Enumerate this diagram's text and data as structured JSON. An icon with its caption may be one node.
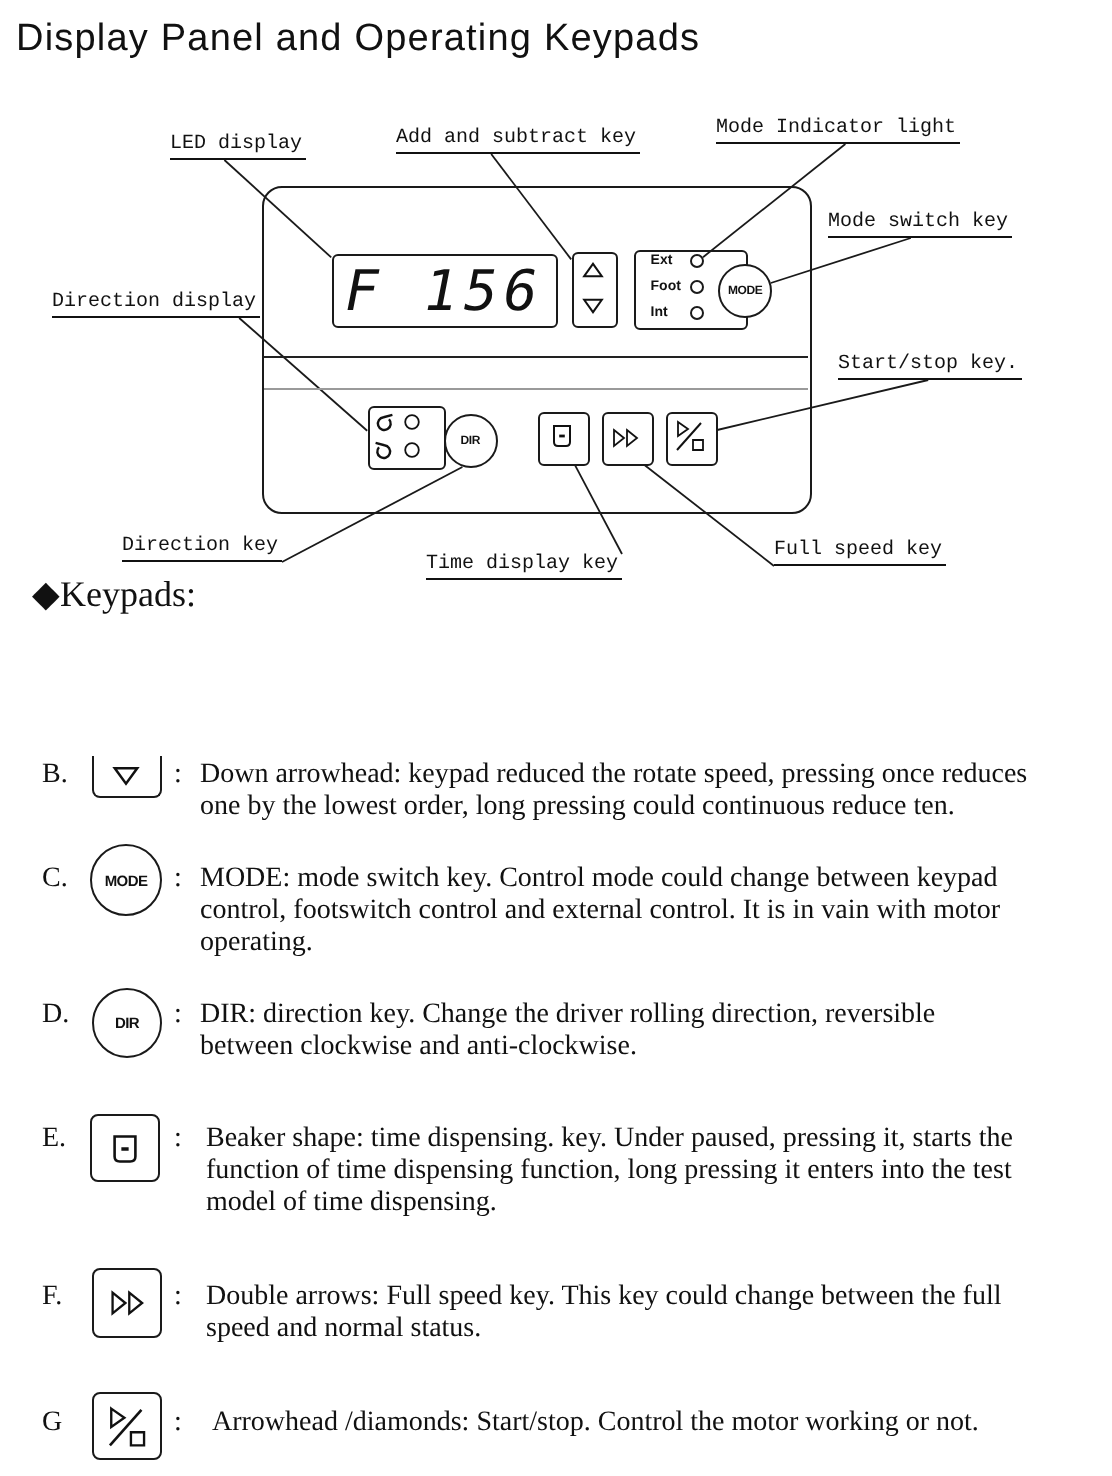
{
  "diagram": {
    "title": "Display Panel and Operating Keypads",
    "nodes": [
      {
        "text": [
          "LED display"
        ]
      },
      {
        "text": [
          "Add and subtract key"
        ]
      },
      {
        "text": [
          "Mode Indicator light"
        ]
      },
      {
        "text": [
          "Mode switch key"
        ]
      },
      {
        "text": [
          "Direction display"
        ]
      },
      {
        "text": [],
        "shape": "box"
      },
      {
        "text": [
          "F 156"
        ],
        "in": 5
      },
      {
        "text": [],
        "shape": "box",
        "in": 5
      },
      {
        "text": [],
        "shape": "box",
        "in": 5
      },
      {
        "text": [],
        "shape": "circle",
        "in": 8,
        "beside": [
          "Ext"
        ]
      },
      {
        "text": [],
        "shape": "circle",
        "in": 8,
        "beside": [
          "Foot"
        ]
      },
      {
        "text": [],
        "shape": "circle",
        "in": 8,
        "beside": [
          "Int"
        ]
      },
      {
        "text": [
          "MODE"
        ],
        "in": 5
      },
      {
        "text": [],
        "shape": "box",
        "in": 5
      },
      {
        "text": [
          "DIR"
        ],
        "in": 5
      },
      {
        "text": [],
        "shape": "box",
        "in": 5
      },
      {
        "text": [],
        "shape": "box",
        "in": 5
      },
      {
        "text": [],
        "shape": "box",
        "in": 5
      },
      {
        "text": [
          "Start/stop key."
        ]
      },
      {
        "text": [
          "Direction key"
        ]
      },
      {
        "text": [
          "Time display key"
        ]
      },
      {
        "text": [
          "Full speed key"
        ]
      },
      {
        "text": [],
        "shape": "box",
        "beside": [
          "B.",
          ":",
          "Down arrowhead: keypad reduced the rotate speed, pressing once reduces one by the lowest order, long pressing could continuous reduce ten."
        ]
      },
      {
        "text": [
          "MODE"
        ],
        "beside": [
          "C.",
          ":",
          "MODE: mode switch key. Control mode could change between keypad control, footswitch control and external control. It is in vain with motor operating."
        ]
      },
      {
        "text": [
          "DIR"
        ],
        "beside": [
          "D.",
          ":",
          "DIR: direction key. Change the driver rolling direction, reversible between clockwise and anti-clockwise."
        ]
      },
      {
        "text": [],
        "shape": "box",
        "beside": [
          "E.",
          ":",
          "Beaker shape: time dispensing. key. Under paused, pressing it, starts the function of time dispensing function, long pressing it enters into the test model of time dispensing."
        ]
      },
      {
        "text": [],
        "shape": "box",
        "beside": [
          "F.",
          ":",
          "Double arrows: Full speed key. This key could change between the full speed and normal status."
        ]
      },
      {
        "text": [],
        "shape": "box",
        "beside": [
          "G",
          ":",
          "Arrowhead /diamonds: Start/stop. Control the motor working or not."
        ]
      }
    ],
    "edges": [
      {
        "from": 0,
        "to": 6,
        "arrow": "none"
      },
      {
        "from": 1,
        "to": 7,
        "arrow": "none"
      },
      {
        "from": 2,
        "to": 9,
        "arrow": "none"
      },
      {
        "from": 3,
        "to": 12,
        "arrow": "none"
      },
      {
        "from": 4,
        "to": 13,
        "arrow": "none"
      },
      {
        "from": 18,
        "to": 17,
        "arrow": "none"
      },
      {
        "from": 19,
        "to": 14,
        "arrow": "none"
      },
      {
        "from": 20,
        "to": 15,
        "arrow": "none"
      },
      {
        "from": 21,
        "to": 16,
        "arrow": "none"
      }
    ],
    "labels": [
      "◆Keypads:"
    ]
  }
}
